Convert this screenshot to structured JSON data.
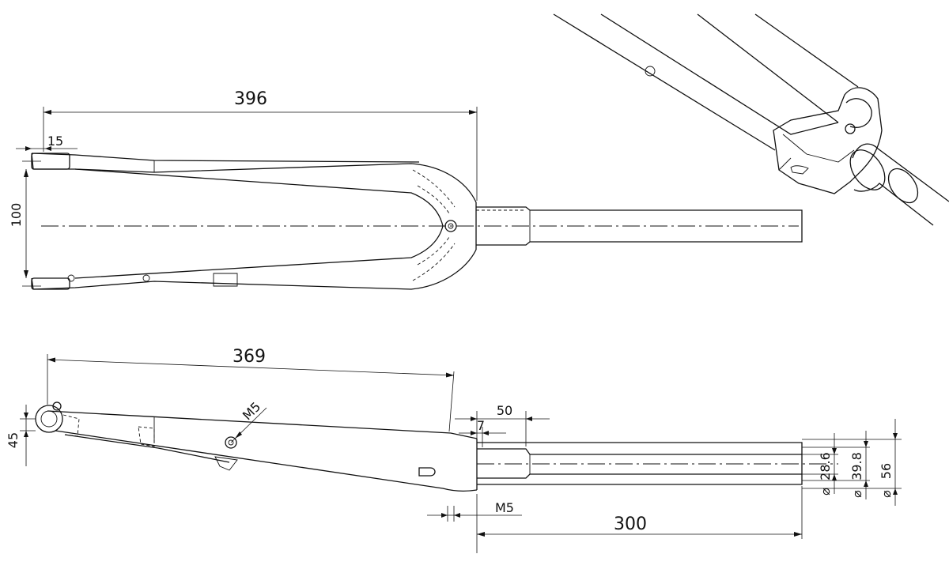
{
  "top_view": {
    "dims": {
      "overall_length": "396",
      "dropout_width": "15",
      "axle_spacing": "100"
    }
  },
  "side_view": {
    "dims": {
      "blade_length": "369",
      "rake": "45",
      "crown_height": "50",
      "crown_step": "7",
      "thread": "M5",
      "mount_thread": "M5",
      "steerer_length": "300",
      "dia_small": "28.6",
      "dia_mid": "39.8",
      "dia_large": "56",
      "dia_symbol": "⌀"
    }
  }
}
